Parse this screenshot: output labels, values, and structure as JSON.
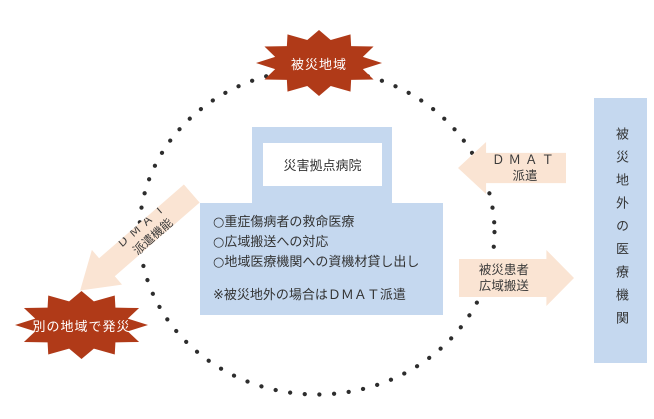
{
  "diagram": {
    "burst_top": "被災地域",
    "burst_another_area": "別の地域で発災",
    "hospital": "災害拠点病院",
    "functions": [
      "○重症傷病者の救命医療",
      "○広域搬送への対応",
      "○地域医療機関への資機材貸し出し"
    ],
    "note": "※被災地外の場合はＤＭＡＴ派遣",
    "arrow_dmat_dispatch": {
      "line1": "ＤＭＡＴ",
      "line2": "派遣"
    },
    "arrow_patient_transport": {
      "line1": "被災患者",
      "line2": "広域搬送"
    },
    "arrow_dmat_capability": {
      "line1": "ＤＭＡＴ",
      "line2": "派遣機能"
    },
    "outside_bar": "被災地外の医療機関",
    "colors": {
      "burst_red": "#b03a18",
      "box_blue": "#c5d8ef",
      "arrow_peach": "#fae4d3",
      "dot": "#2d2d2d"
    }
  }
}
